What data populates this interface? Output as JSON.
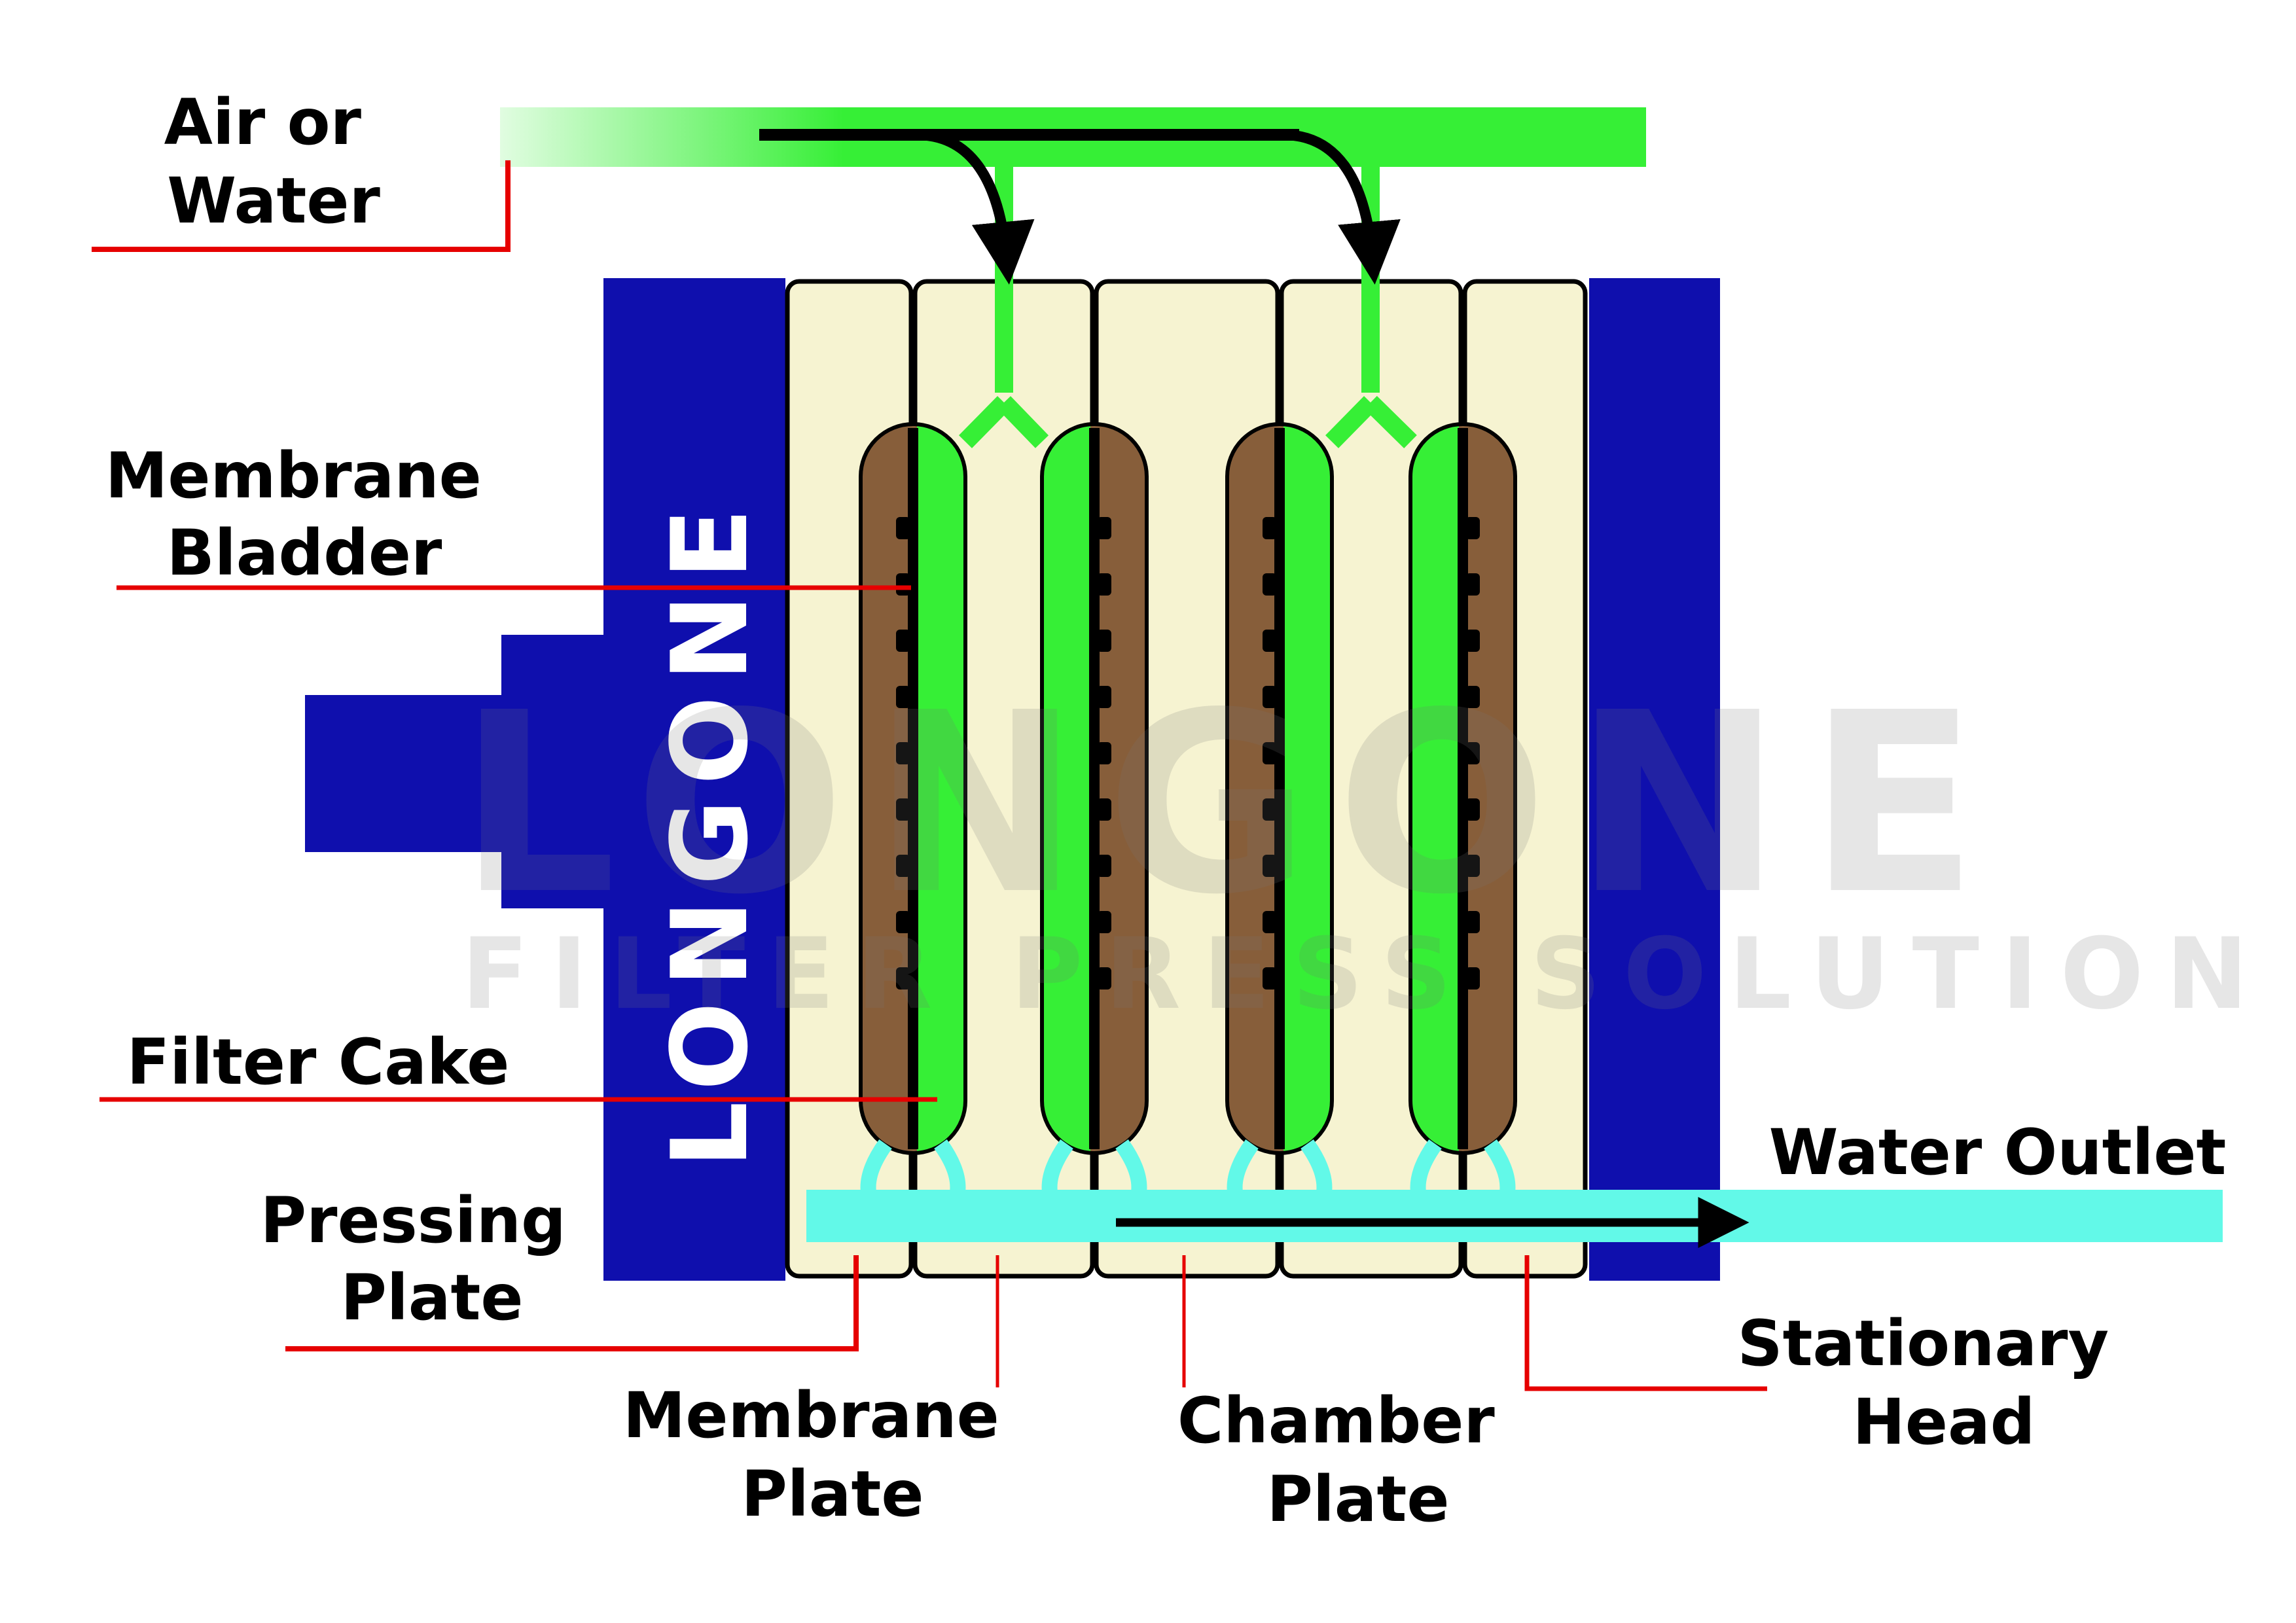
{
  "diagram": {
    "title": "Membrane Filter Press Squeezing Diagram",
    "brand_logo": "LONGONE",
    "watermark": {
      "primary": "LONGONE",
      "secondary": "FILTER PRESS SOLUTION"
    },
    "labels": {
      "air_or_water": [
        "Air or",
        "Water"
      ],
      "membrane_bladder": [
        "Membrane",
        "Bladder"
      ],
      "filter_cake": [
        "Filter Cake"
      ],
      "pressing_plate": [
        "Pressing",
        "Plate"
      ],
      "membrane_plate": [
        "Membrane",
        "Plate"
      ],
      "chamber_plate": [
        "Chamber",
        "Plate"
      ],
      "stationary_head": [
        "Stationary",
        "Head"
      ],
      "water_outlet": [
        "Water Outlet"
      ]
    },
    "components": {
      "plates": [
        "pressing-plate",
        "chamber-plate",
        "membrane-plate",
        "chamber-plate",
        "membrane-plate",
        "chamber-plate",
        "stationary-head"
      ],
      "bladder_count": 4,
      "drainage_nubs_per_bladder": 9,
      "inlet_branches": 2,
      "flow_inlet": "air or water (top pipe)",
      "flow_outlet": "water (bottom pipe)"
    },
    "colors": {
      "frame_blue": "#0f0fad",
      "plate_cream": "#f6f3d1",
      "filter_cake_brown": "#875e3a",
      "air_water_green": "#36ef36",
      "outlet_cyan": "#62f9e8",
      "leader_red": "#e60000",
      "watermark_grey": "#9a9a9a",
      "outline_black": "#000000"
    }
  }
}
